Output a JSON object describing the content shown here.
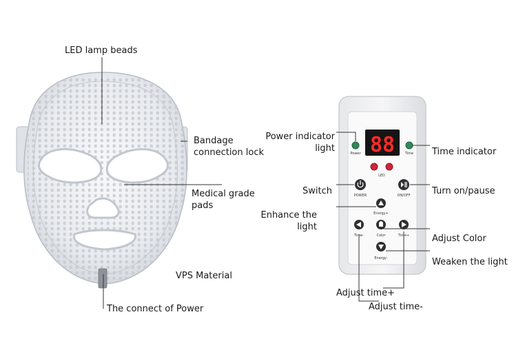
{
  "mask_labels": {
    "led_lamp_beads": "LED lamp beads",
    "bandage_lock": [
      "Bandage",
      "connection lock"
    ],
    "medical_pads": [
      "Medical grade",
      "pads"
    ],
    "vps_material": "VPS Material",
    "power_connect": "The connect of Power"
  },
  "controller_labels": {
    "power_indicator": [
      "Power indicator",
      "light"
    ],
    "time_indicator": "Time indicator",
    "switch": "Switch",
    "turn_on_pause": "Turn on/pause",
    "enhance_light": [
      "Enhance the",
      "light"
    ],
    "adjust_color": "Adjust Color",
    "weaken_light": "Weaken the light",
    "adjust_time_plus": "Adjust time+",
    "adjust_time_minus": "Adjust time-"
  },
  "device": {
    "display": "88",
    "power_small": "Power",
    "time_small": "Time",
    "led_small": "LED",
    "power_btn": "POWER",
    "onoff_btn": "ON/OFF",
    "energy_plus": "Energy+",
    "energy_minus": "Energy-",
    "time_minus": "Time-",
    "time_plus": "Time+",
    "color": "Color"
  },
  "colors": {
    "indicator_green": "#2e8b57",
    "led_red": "#d0253a",
    "display_bg": "#151515",
    "display_digit": "#ff2a2a"
  }
}
